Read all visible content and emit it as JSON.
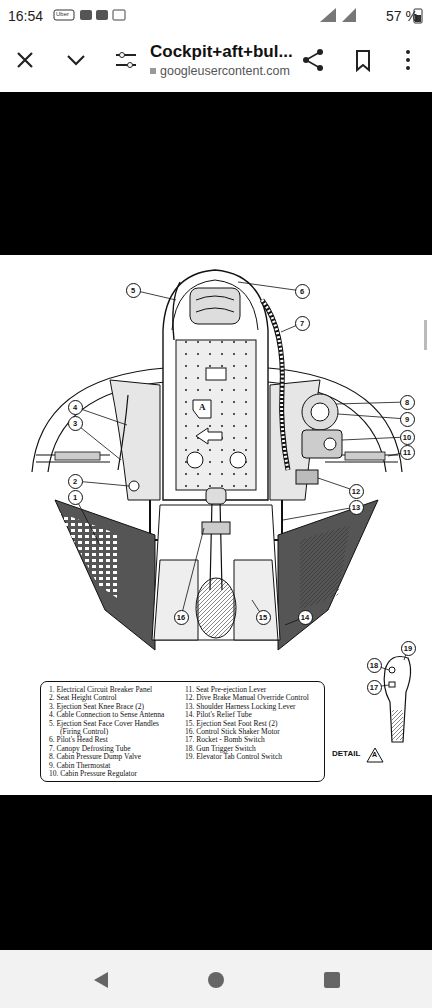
{
  "diagram": {
    "nodes": [
      {
        "text": [
          "5"
        ]
      },
      {
        "text": [
          "6"
        ]
      },
      {
        "text": [
          "7"
        ]
      },
      {
        "text": [
          "4"
        ]
      },
      {
        "text": [
          "3"
        ]
      },
      {
        "text": [
          "8"
        ]
      },
      {
        "text": [
          "9"
        ]
      },
      {
        "text": [
          "10"
        ]
      },
      {
        "text": [
          "11"
        ]
      },
      {
        "text": [
          "2"
        ]
      },
      {
        "text": [
          "1"
        ]
      },
      {
        "text": [
          "12"
        ]
      },
      {
        "text": [
          "13"
        ]
      },
      {
        "text": [
          "16"
        ]
      },
      {
        "text": [
          "15"
        ]
      },
      {
        "text": [
          "14"
        ]
      },
      {
        "text": [
          "19"
        ]
      },
      {
        "text": [
          "18"
        ]
      },
      {
        "text": [
          "17"
        ]
      },
      {
        "text": [
          "1. Electrical Circuit Breaker Panel",
          "2. Seat Height Control",
          "3. Ejection Seat Knee Brace (2)",
          "4. Cable Connection to Sense Antenna",
          "5. Ejection Seat Face Cover Handles (Firing Control)",
          "6. Pilot's Head Rest",
          "7. Canopy Defrosting Tube",
          "8. Cabin Pressure Dump Valve",
          "9. Cabin Thermostat",
          "10. Cabin Pressure Regulator",
          "11. Seat Pre-ejection Lever",
          "12. Dive Brake Manual Override Control",
          "13. Shoulder Harness Locking Lever",
          "14. Pilot's Relief Tube",
          "15. Ejection Seat Foot Rest (2)",
          "16. Control Stick Shaker Motor",
          "17. Rocket - Bomb Switch",
          "18. Gun Trigger Switch",
          "19. Elevator Tab Control Switch"
        ]
      }
    ],
    "labels": [
      "16:54",
      "Uber",
      "57 %",
      "Cockpit+aft+bul...",
      "googleusercontent.com",
      "A",
      "DETAIL",
      "A"
    ]
  }
}
